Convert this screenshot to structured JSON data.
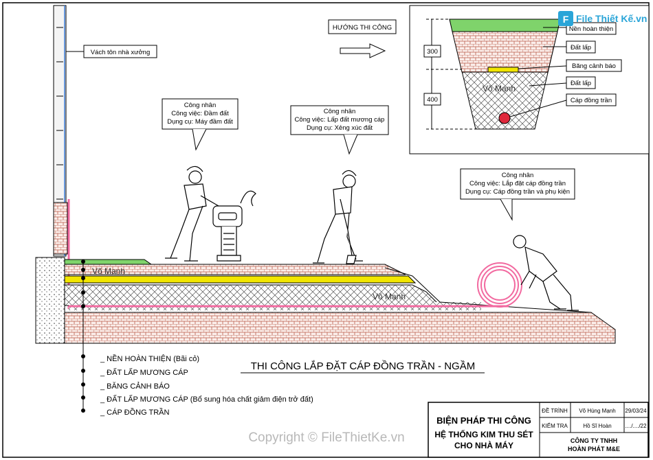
{
  "direction": {
    "label": "HƯỚNG THI CÔNG"
  },
  "wall_label": "Vách tôn nhà xưởng",
  "workers": [
    {
      "title": "Công nhân",
      "line1": "Công việc: Đầm đất",
      "line2": "Dụng cụ: Máy đầm đất"
    },
    {
      "title": "Công nhân",
      "line1": "Công việc: Lấp đất mương cáp",
      "line2": "Dụng cụ: Xẻng xúc đất"
    },
    {
      "title": "Công nhân",
      "line1": "Công việc: Lắp đặt cáp đồng trần",
      "line2": "Dụng cụ: Cáp đồng trần và phụ kiện"
    }
  ],
  "section_detail": {
    "dims": [
      "300",
      "400"
    ],
    "labels": [
      "Nền hoàn thiện",
      "Đất lấp",
      "Băng cảnh báo",
      "Đất lấp",
      "Cáp đồng trần"
    ]
  },
  "watermark_name": "Võ Mạnh",
  "legend": [
    "NỀN HOÀN THIỆN (Bãi cỏ)",
    "ĐẤT LẤP MƯƠNG CÁP",
    "BĂNG CẢNH BÁO",
    "ĐẤT LẤP MƯƠNG CÁP (Bổ sung hóa chất giảm điện trở đất)",
    "CÁP ĐỒNG TRẦN"
  ],
  "main_title": "THI CÔNG LẮP ĐẶT CÁP ĐỒNG TRẦN - NGẦM",
  "title_block": {
    "heading": "BIỆN PHÁP THI CÔNG",
    "subheading1": "HỆ THỐNG KIM THU SÉT",
    "subheading2": "CHO NHÀ MÁY",
    "rows": [
      {
        "role": "ĐỀ TRÌNH",
        "name": "Võ Hùng Mạnh",
        "date": "29/03/24"
      },
      {
        "role": "KIỂM TRA",
        "name": "Hồ Sĩ Hoàn",
        "date": "..../..../22"
      }
    ],
    "company1": "CÔNG TY TNHH",
    "company2": "HOÀN PHÁT M&E"
  },
  "logo_text": "File Thiết Kế.vn",
  "copyright": "Copyright © FileThietKe.vn",
  "colors": {
    "brick": "#c47a6a",
    "grass": "#7fd36b",
    "tape": "#f2e600",
    "cable": "#f26aa0",
    "logo": "#2aa5d8"
  }
}
